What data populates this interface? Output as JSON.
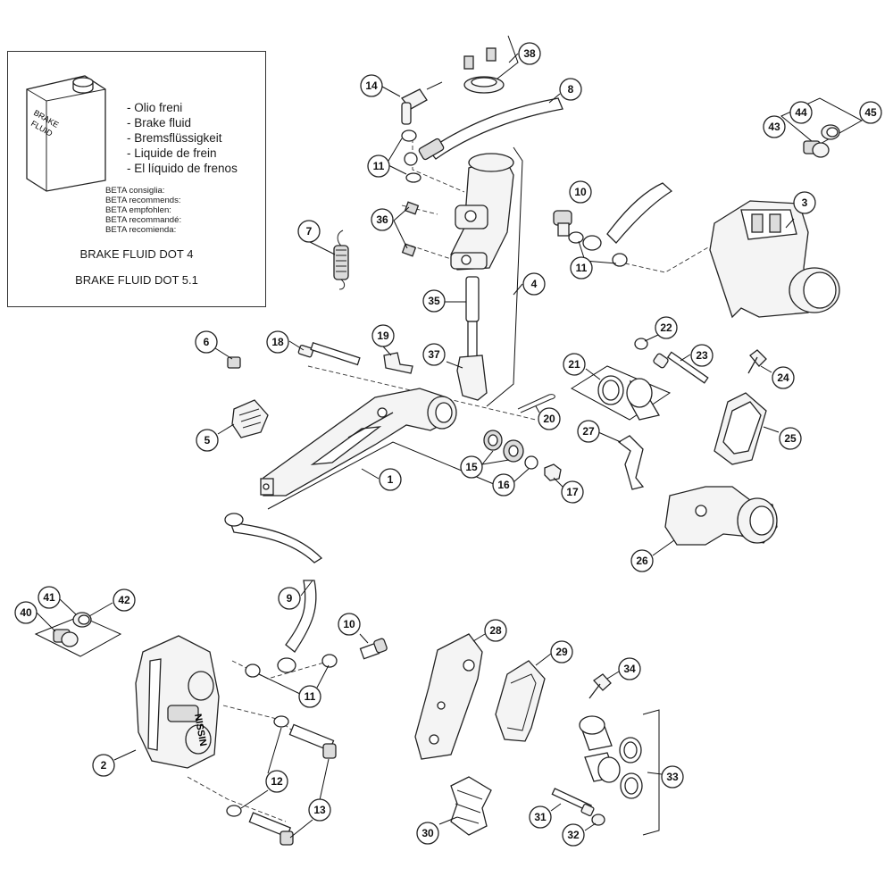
{
  "fluid_box": {
    "can_label_1": "BRAKE",
    "can_label_2": "FLUID",
    "names": [
      "- Olio freni",
      "- Brake fluid",
      "- Bremsflüssigkeit",
      "- Liquide de frein",
      "- El líquido de frenos"
    ],
    "recommend": [
      "BETA consiglia:",
      "BETA recommends:",
      "BETA empfohlen:",
      "BETA recommandé:",
      "BETA recomienda:"
    ],
    "dot4": "BRAKE FLUID DOT 4",
    "dot51": "BRAKE FLUID DOT 5.1"
  },
  "caliper_brand": "NISSIN",
  "callouts": [
    {
      "id": "c38",
      "label": "38"
    },
    {
      "id": "c8",
      "label": "8"
    },
    {
      "id": "c14",
      "label": "14"
    },
    {
      "id": "c11a",
      "label": "11"
    },
    {
      "id": "c44",
      "label": "44"
    },
    {
      "id": "c45",
      "label": "45"
    },
    {
      "id": "c43",
      "label": "43"
    },
    {
      "id": "c10a",
      "label": "10"
    },
    {
      "id": "c3",
      "label": "3"
    },
    {
      "id": "c36",
      "label": "36"
    },
    {
      "id": "c7",
      "label": "7"
    },
    {
      "id": "c11b",
      "label": "11"
    },
    {
      "id": "c4",
      "label": "4"
    },
    {
      "id": "c35",
      "label": "35"
    },
    {
      "id": "c22",
      "label": "22"
    },
    {
      "id": "c6",
      "label": "6"
    },
    {
      "id": "c18",
      "label": "18"
    },
    {
      "id": "c19",
      "label": "19"
    },
    {
      "id": "c37",
      "label": "37"
    },
    {
      "id": "c21",
      "label": "21"
    },
    {
      "id": "c23",
      "label": "23"
    },
    {
      "id": "c24",
      "label": "24"
    },
    {
      "id": "c20",
      "label": "20"
    },
    {
      "id": "c27",
      "label": "27"
    },
    {
      "id": "c25",
      "label": "25"
    },
    {
      "id": "c5",
      "label": "5"
    },
    {
      "id": "c15",
      "label": "15"
    },
    {
      "id": "c1",
      "label": "1"
    },
    {
      "id": "c16",
      "label": "16"
    },
    {
      "id": "c17",
      "label": "17"
    },
    {
      "id": "c26",
      "label": "26"
    },
    {
      "id": "c9",
      "label": "9"
    },
    {
      "id": "c41",
      "label": "41"
    },
    {
      "id": "c42",
      "label": "42"
    },
    {
      "id": "c40",
      "label": "40"
    },
    {
      "id": "c10b",
      "label": "10"
    },
    {
      "id": "c28",
      "label": "28"
    },
    {
      "id": "c29",
      "label": "29"
    },
    {
      "id": "c34",
      "label": "34"
    },
    {
      "id": "c11c",
      "label": "11"
    },
    {
      "id": "c2",
      "label": "2"
    },
    {
      "id": "c33",
      "label": "33"
    },
    {
      "id": "c12",
      "label": "12"
    },
    {
      "id": "c13",
      "label": "13"
    },
    {
      "id": "c31",
      "label": "31"
    },
    {
      "id": "c30",
      "label": "30"
    },
    {
      "id": "c32",
      "label": "32"
    }
  ]
}
